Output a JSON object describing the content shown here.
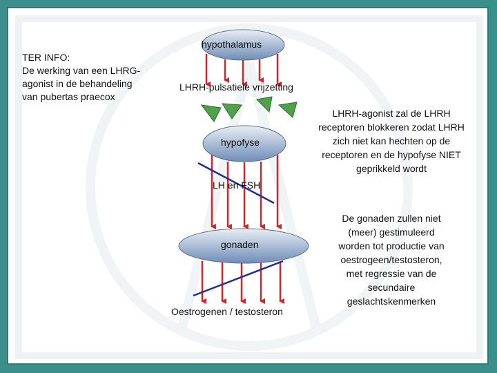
{
  "info": {
    "lines": [
      "TER INFO:",
      "De werking van een LHRG-",
      "agonist in de behandeling",
      "van pubertas praecox"
    ]
  },
  "diagram": {
    "hypothalamus": "hypothalamus",
    "release_label": "LHRH-pulsatiele vrijzetting",
    "hypofyse": "hypofyse",
    "lh_fsh": "LH en FSH",
    "gonaden": "gonaden",
    "hormones": "Oestrogenen / testosteron"
  },
  "notes": {
    "agonist": [
      "LHRH-agonist zal de LHRH",
      "receptoren blokkeren zodat LHRH",
      "zich niet kan hechten op de",
      "receptoren en de hypofyse NIET",
      "geprikkeld wordt"
    ],
    "gonads": [
      "De gonaden zullen niet",
      "(meer) gestimuleerd",
      "worden tot productie van",
      "oestrogeen/testosteron,",
      "met regressie van de",
      "secundaire",
      "geslachtskenmerken"
    ]
  },
  "colors": {
    "background": "#3a8f8a",
    "ellipse_top": "#e9eef4",
    "ellipse_bottom": "#6f8db8",
    "arrow": "#d8232a",
    "block_line": "#1f2f8f",
    "receptor": "#4ea24a"
  }
}
